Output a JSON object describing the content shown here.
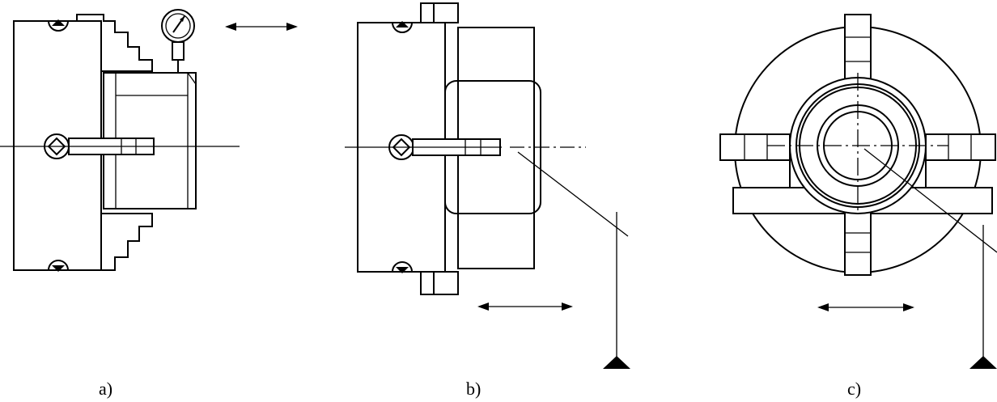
{
  "panels": [
    {
      "id": "a",
      "label": "a)"
    },
    {
      "id": "b",
      "label": "b)"
    },
    {
      "id": "c",
      "label": "c)"
    }
  ],
  "icons": {
    "dial_indicator": "dial-indicator-icon",
    "double_arrow": "double-arrow-icon",
    "base_triangle": "ground-triangle-icon",
    "chuck_key_socket": "square-socket-icon"
  },
  "colors": {
    "line": "#000000",
    "background": "#ffffff"
  }
}
